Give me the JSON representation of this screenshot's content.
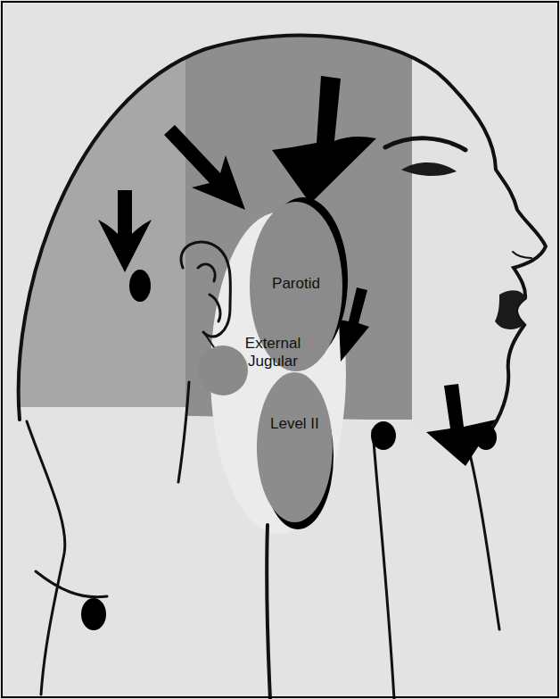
{
  "diagram": {
    "nodes": [
      {
        "text": [
          "Parotid"
        ]
      },
      {
        "text": [
          "External Jugular"
        ]
      },
      {
        "text": [
          "Level II"
        ]
      }
    ]
  }
}
